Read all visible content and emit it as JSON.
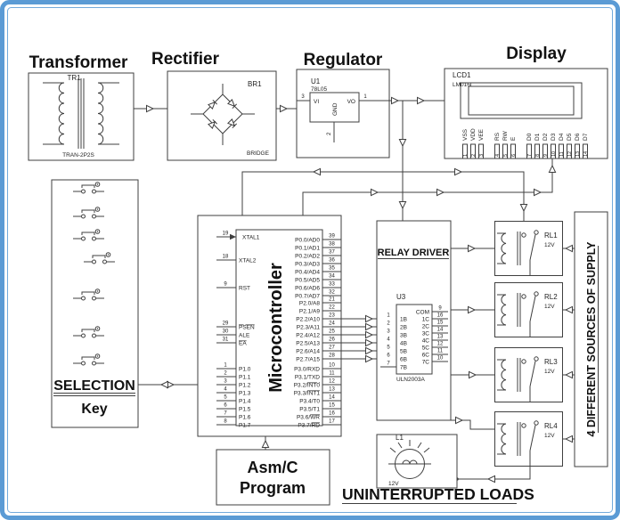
{
  "titles": {
    "transformer": "Transformer",
    "rectifier": "Rectifier",
    "regulator": "Regulator",
    "display": "Display",
    "relay_driver": "RELAY DRIVER",
    "selection": "SELECTION",
    "key": "Key",
    "asm1": "Asm/C",
    "asm2": "Program",
    "loads": "UNINTERRUPTED LOADS",
    "supply": "4 DIFFERENT SOURCES OF SUPPLY",
    "mcu": "Microcontroller"
  },
  "colors": {
    "frame": "#5b9bd5",
    "wire": "#3f3f3f"
  },
  "transformer": {
    "ref": "TR1",
    "part": "TRAN-2P2S"
  },
  "rectifier": {
    "ref": "BR1",
    "part": "BRIDGE"
  },
  "regulator": {
    "ref": "U1",
    "part": "78L05",
    "vi": "VI",
    "vo": "VO",
    "gnd": "GND",
    "n_vi": "3",
    "n_vo": "1",
    "n_gnd": "2"
  },
  "lcd": {
    "ref": "LCD1",
    "part": "LM016L",
    "pins": [
      {
        "n": "1",
        "l": "VSS"
      },
      {
        "n": "2",
        "l": "VDD"
      },
      {
        "n": "3",
        "l": "VEE"
      },
      {
        "n": "4",
        "l": "RS"
      },
      {
        "n": "5",
        "l": "RW"
      },
      {
        "n": "6",
        "l": "E"
      },
      {
        "n": "7",
        "l": "D0"
      },
      {
        "n": "8",
        "l": "D1"
      },
      {
        "n": "9",
        "l": "D2"
      },
      {
        "n": "10",
        "l": "D3"
      },
      {
        "n": "11",
        "l": "D4"
      },
      {
        "n": "12",
        "l": "D5"
      },
      {
        "n": "13",
        "l": "D6"
      },
      {
        "n": "14",
        "l": "D7"
      }
    ]
  },
  "micro": {
    "left": [
      {
        "n": "19",
        "pre": "XTAL1"
      },
      {
        "n": "18",
        "pre": "XTAL2"
      },
      {
        "n": "9",
        "pre": "RST"
      },
      {
        "n": "29",
        "ov": "PSEN"
      },
      {
        "n": "30",
        "pre": "ALE"
      },
      {
        "n": "31",
        "ov": "EA"
      },
      {
        "n": "1",
        "pre": "P1.0"
      },
      {
        "n": "2",
        "pre": "P1.1"
      },
      {
        "n": "3",
        "pre": "P1.2"
      },
      {
        "n": "4",
        "pre": "P1.3"
      },
      {
        "n": "5",
        "pre": "P1.4"
      },
      {
        "n": "6",
        "pre": "P1.5"
      },
      {
        "n": "7",
        "pre": "P1.6"
      },
      {
        "n": "8",
        "pre": "P1.7"
      }
    ],
    "right": [
      {
        "n": "39",
        "pre": "P0.0/AD0"
      },
      {
        "n": "38",
        "pre": "P0.1/AD1"
      },
      {
        "n": "37",
        "pre": "P0.2/AD2"
      },
      {
        "n": "36",
        "pre": "P0.3/AD3"
      },
      {
        "n": "35",
        "pre": "P0.4/AD4"
      },
      {
        "n": "34",
        "pre": "P0.5/AD5"
      },
      {
        "n": "33",
        "pre": "P0.6/AD6"
      },
      {
        "n": "32",
        "pre": "P0.7/AD7"
      },
      {
        "n": "21",
        "pre": "P2.0/A8"
      },
      {
        "n": "22",
        "pre": "P2.1/A9"
      },
      {
        "n": "23",
        "pre": "P2.2/A10"
      },
      {
        "n": "24",
        "pre": "P2.3/A11"
      },
      {
        "n": "25",
        "pre": "P2.4/A12"
      },
      {
        "n": "26",
        "pre": "P2.5/A13"
      },
      {
        "n": "27",
        "pre": "P2.6/A14"
      },
      {
        "n": "28",
        "pre": "P2.7/A15"
      },
      {
        "n": "10",
        "pre": "P3.0/RXD"
      },
      {
        "n": "11",
        "pre": "P3.1/TXD"
      },
      {
        "n": "12",
        "pre": "P3.2/",
        "ov": "INT0"
      },
      {
        "n": "13",
        "pre": "P3.3/",
        "ov": "INT1"
      },
      {
        "n": "14",
        "pre": "P3.4/T0"
      },
      {
        "n": "15",
        "pre": "P3.5/T1"
      },
      {
        "n": "16",
        "pre": "P3.6/",
        "ov": "WR"
      },
      {
        "n": "17",
        "pre": "P3.7/",
        "ov": "RD"
      }
    ]
  },
  "uln": {
    "ref": "U3",
    "part": "ULN2003A",
    "left": [
      {
        "n": "1",
        "l": "1B"
      },
      {
        "n": "2",
        "l": "2B"
      },
      {
        "n": "3",
        "l": "3B"
      },
      {
        "n": "4",
        "l": "4B"
      },
      {
        "n": "5",
        "l": "5B"
      },
      {
        "n": "6",
        "l": "6B"
      },
      {
        "n": "7",
        "l": "7B"
      }
    ],
    "right": [
      {
        "n": "9",
        "l": "COM"
      },
      {
        "n": "16",
        "l": "1C"
      },
      {
        "n": "15",
        "l": "2C"
      },
      {
        "n": "14",
        "l": "3C"
      },
      {
        "n": "13",
        "l": "4C"
      },
      {
        "n": "12",
        "l": "5C"
      },
      {
        "n": "11",
        "l": "6C"
      },
      {
        "n": "10",
        "l": "7C"
      }
    ]
  },
  "relays": [
    {
      "ref": "RL1",
      "v": "12V"
    },
    {
      "ref": "RL2",
      "v": "12V"
    },
    {
      "ref": "RL3",
      "v": "12V"
    },
    {
      "ref": "RL4",
      "v": "12V"
    }
  ],
  "lamp": {
    "ref": "L1",
    "v": "12V"
  }
}
